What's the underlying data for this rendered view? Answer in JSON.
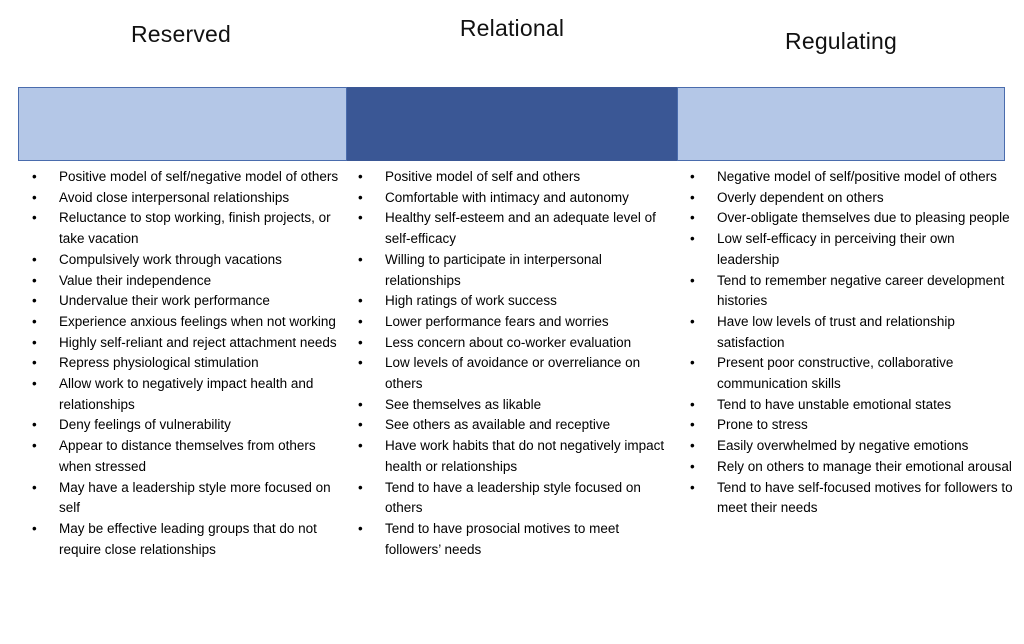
{
  "colors": {
    "background": "#ffffff",
    "text": "#000000",
    "header_light": "#b4c7e7",
    "header_dark": "#3a5795",
    "header_border": "#4a6cad"
  },
  "columns": [
    {
      "title": "Reserved",
      "header_color": "#b4c7e7",
      "items": [
        "Positive model of self/negative model of others",
        "Avoid close interpersonal relationships",
        "Reluctance to stop working, finish projects, or take vacation",
        "Compulsively work through vacations",
        "Value their independence",
        "Undervalue their work performance",
        "Experience anxious feelings when not working",
        "Highly self-reliant and reject attachment needs",
        "Repress physiological stimulation",
        "Allow work to negatively impact health and relationships",
        "Deny feelings of vulnerability",
        "Appear to distance themselves from others when stressed",
        "May have a leadership style more focused on self",
        "May be effective leading groups that do not require close relationships"
      ]
    },
    {
      "title": "Relational",
      "header_color": "#3a5795",
      "items": [
        "Positive model of self and others",
        "Comfortable with intimacy and autonomy",
        "Healthy self-esteem and an adequate level of self-efficacy",
        "Willing to participate in interpersonal relationships",
        "High ratings of work success",
        "Lower performance fears and worries",
        "Less concern about co-worker evaluation",
        "Low levels of avoidance or overreliance on others",
        "See themselves as likable",
        "See others as available and receptive",
        "Have work habits that do not negatively impact health or relationships",
        "Tend to have a leadership style focused on others",
        "Tend to have prosocial motives to meet followers’ needs"
      ]
    },
    {
      "title": "Regulating",
      "header_color": "#b4c7e7",
      "items": [
        "Negative model of self/positive model of others",
        "Overly dependent on others",
        "Over-obligate themselves due to pleasing people",
        "Low self-efficacy in perceiving their own leadership",
        "Tend to remember negative career development histories",
        "Have low levels of trust and relationship satisfaction",
        "Present poor constructive, collaborative communication skills",
        "Tend to have unstable emotional states",
        "Prone to stress",
        "Easily overwhelmed by negative emotions",
        "Rely on others to manage their emotional arousal",
        "Tend to have self-focused motives for followers to meet their needs"
      ]
    }
  ]
}
